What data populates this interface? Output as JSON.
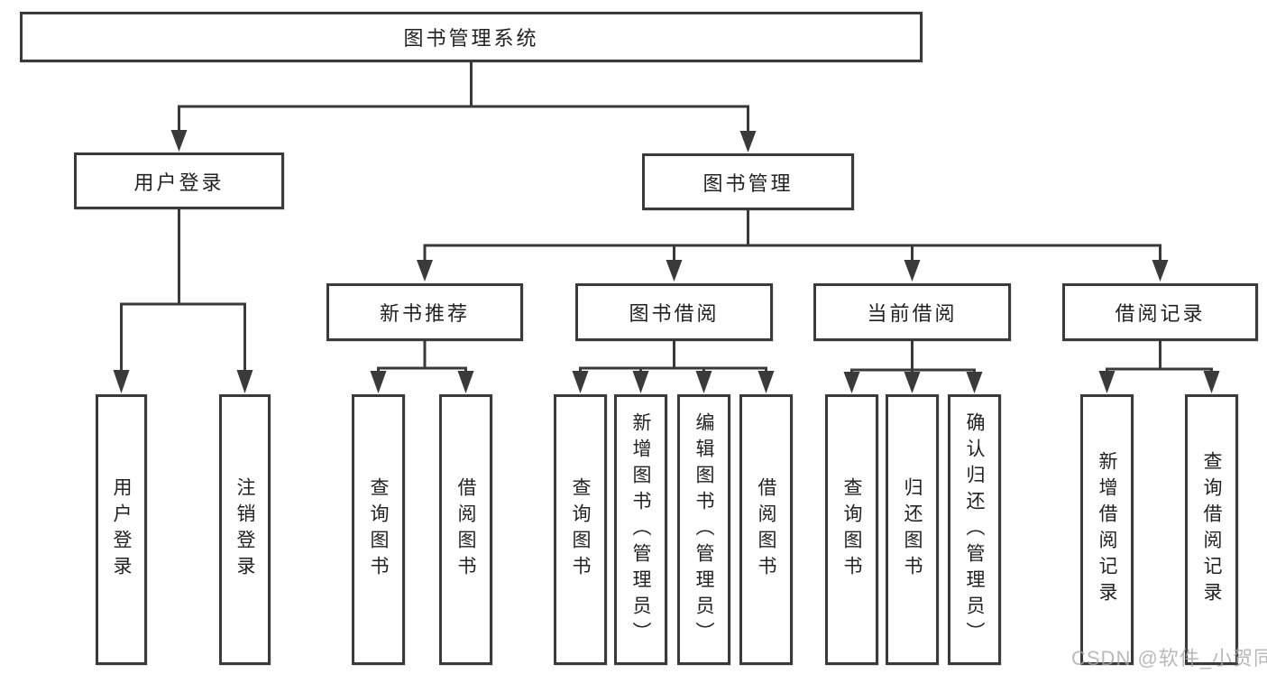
{
  "tree": {
    "label": "图书管理系统",
    "children": [
      {
        "label": "用户登录",
        "children": [
          {
            "label": "用户登录"
          },
          {
            "label": "注销登录"
          }
        ]
      },
      {
        "label": "图书管理",
        "children": [
          {
            "label": "新书推荐",
            "children": [
              {
                "label": "查询图书"
              },
              {
                "label": "借阅图书"
              }
            ]
          },
          {
            "label": "图书借阅",
            "children": [
              {
                "label": "查询图书"
              },
              {
                "label": "新增图书（管理员）"
              },
              {
                "label": "编辑图书（管理员）"
              },
              {
                "label": "借阅图书"
              }
            ]
          },
          {
            "label": "当前借阅",
            "children": [
              {
                "label": "查询图书"
              },
              {
                "label": "归还图书"
              },
              {
                "label": "确认归还（管理员）"
              }
            ]
          },
          {
            "label": "借阅记录",
            "children": [
              {
                "label": "新增借阅记录"
              },
              {
                "label": "查询借阅记录"
              }
            ]
          }
        ]
      }
    ]
  },
  "watermark": {
    "text": "CSDN @软件_小贺同学"
  },
  "colors": {
    "line": "#3a3a3a",
    "text": "#222222",
    "background": "#ffffff",
    "watermark": "#a9a9a9"
  }
}
